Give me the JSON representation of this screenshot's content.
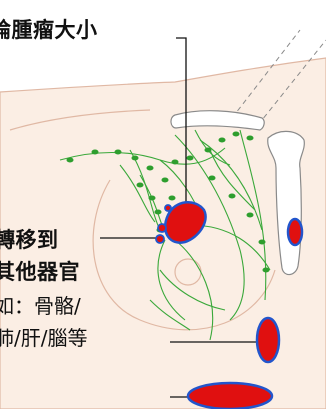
{
  "labels": {
    "tumor_size": "論腫瘤大小",
    "spread_line1": "轉移到",
    "spread_line2": "其他器官",
    "example_line1": "如：骨骼/",
    "example_line2": "肺/肝/腦等"
  },
  "colors": {
    "skin_fill": "#fbeee4",
    "skin_outline": "#e0b8a4",
    "bone_fill": "#ffffff",
    "bone_outline": "#8a8a8a",
    "lymph_vessel": "#3aa83a",
    "lymph_node": "#2e9e2e",
    "tumor_fill": "#e01010",
    "tumor_outline": "#2255cc",
    "pointer_line": "#111111"
  }
}
